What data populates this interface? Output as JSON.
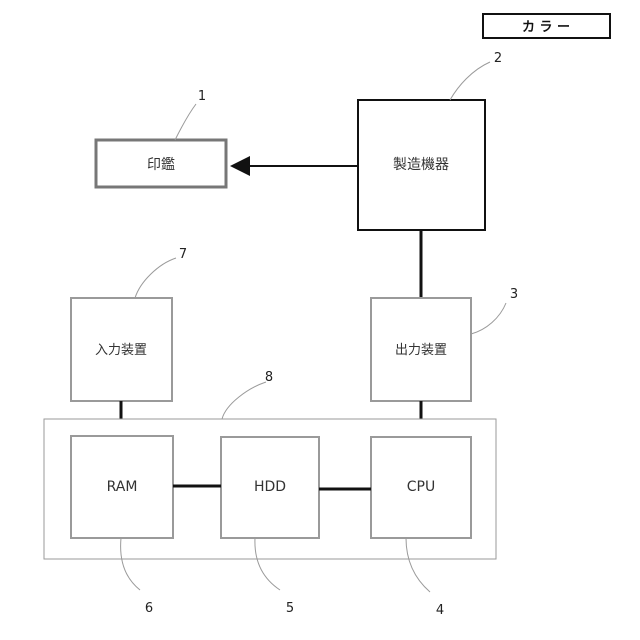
{
  "stamp": {
    "text": "カ ラ ー"
  },
  "blocks": {
    "seal": {
      "label": "印鑑",
      "ref": "1"
    },
    "manufacturing_machine": {
      "label": "製造機器",
      "ref": "2"
    },
    "output_device": {
      "label": "出力装置",
      "ref": "3"
    },
    "cpu": {
      "label": "CPU",
      "ref": "4"
    },
    "hdd": {
      "label": "HDD",
      "ref": "5"
    },
    "ram": {
      "label": "RAM",
      "ref": "6"
    },
    "input_device": {
      "label": "入力装置",
      "ref": "7"
    },
    "computer": {
      "ref": "8"
    }
  }
}
